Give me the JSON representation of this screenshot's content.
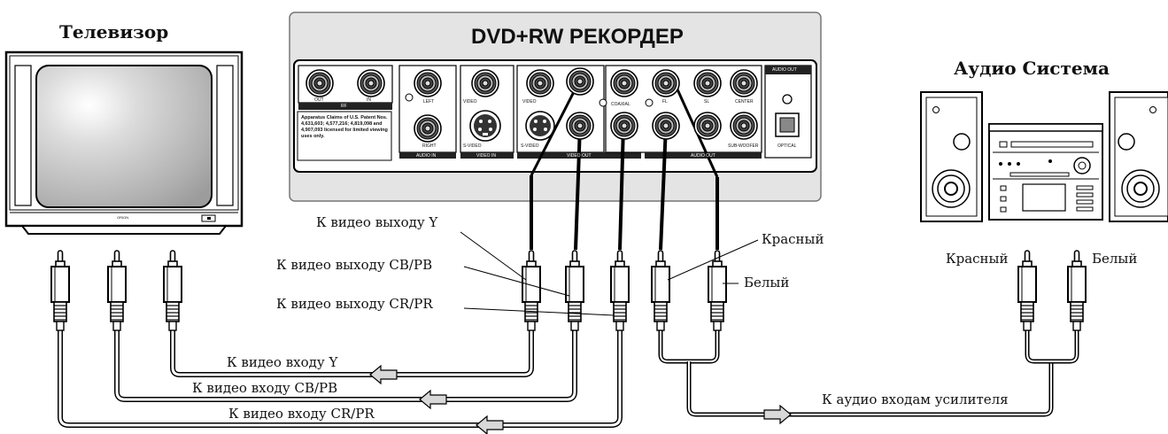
{
  "tv": {
    "title": "Телевизор",
    "brand": "ORION"
  },
  "recorder": {
    "title": "DVD+RW РЕКОРДЕР",
    "patent_note": "Apparatus Claims of U.S. Patent Nos. 4,631,603; 4,577,216; 4,819,098 and 4,907,093 licensed for limited viewing uses only.",
    "panel": {
      "rf": "RF",
      "rf_out": "OUT",
      "rf_in": "IN",
      "audio_in": "AUDIO IN",
      "left": "LEFT",
      "right": "RIGHT",
      "video_in": "VIDEO IN",
      "video": "VIDEO",
      "s_video": "S-VIDEO",
      "video_out": "VIDEO OUT",
      "coaxial": "COAXIAL",
      "audio_out": "AUDIO OUT",
      "fl": "FL",
      "sl": "SL",
      "center": "CENTER",
      "sub": "SUB-WOOFER",
      "optical": "OPTICAL"
    }
  },
  "audio_system": {
    "title": "Аудио Система"
  },
  "labels": {
    "to_video_out_y": "К видео выходу Y",
    "to_video_out_cb": "К видео выходу CB/PB",
    "to_video_out_cr": "К видео выходу CR/PR",
    "red": "Красный",
    "white": "Белый",
    "to_video_in_y": "К видео входу Y",
    "to_video_in_cb": "К видео входу CB/PB",
    "to_video_in_cr": "К видео входу CR/PR",
    "red_audio": "Красный",
    "white_audio": "Белый",
    "to_amp": "К аудио входам усилителя"
  }
}
